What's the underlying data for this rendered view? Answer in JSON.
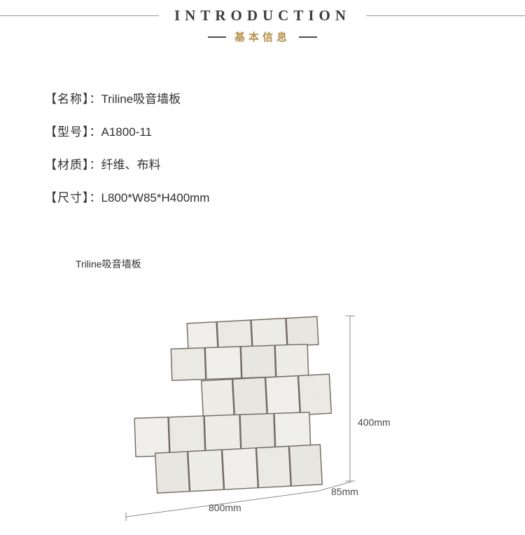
{
  "header": {
    "title": "INTRODUCTION",
    "subtitle": "基本信息"
  },
  "specs": [
    {
      "label": "【名称】",
      "colon": "：",
      "value": "Triline吸音墙板"
    },
    {
      "label": "【型号】",
      "colon": "：",
      "value": "A1800-11"
    },
    {
      "label": "【材质】",
      "colon": "：",
      "value": "纤维、布料"
    },
    {
      "label": "【尺寸】",
      "colon": "：",
      "value": "L800*W85*H400mm"
    }
  ],
  "drawing": {
    "caption": "Triline吸音墙板",
    "dim_height": "400mm",
    "dim_depth": "85mm",
    "dim_width": "800mm"
  },
  "colors": {
    "accent_gold": "#b6924d",
    "text": "#2f2f2f",
    "rule_gray": "#9a9a9a",
    "tile_outline": "#6a6157"
  }
}
